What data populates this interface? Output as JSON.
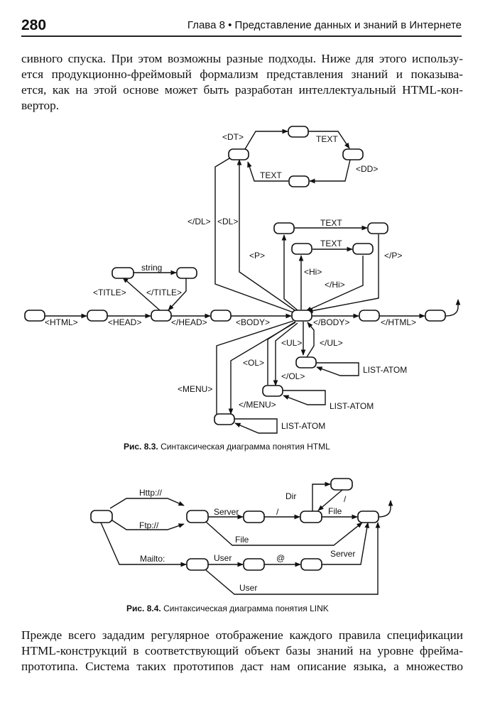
{
  "header": {
    "page_number": "280",
    "running_head": "Глава 8 • Представление данных и знаний в Интернете"
  },
  "paragraph1": {
    "lines": [
      "сивного спуска. При этом возможны разные подходы. Ниже для этого использу-",
      "ется продукционно-фреймовый формализм представления знаний и показыва-",
      "ется, как на этой основе может быть разработан интеллектуальный HTML-кон-",
      "вертор."
    ]
  },
  "figure1": {
    "caption_number": "Рис. 8.3.",
    "caption_text": " Синтаксическая диаграмма понятия HTML",
    "labels": {
      "dt": "<DT>",
      "text_top": "TEXT",
      "dd": "<DD>",
      "text_back": "TEXT",
      "dl_close": "</DL>",
      "dl_open": "<DL>",
      "p_open": "<P>",
      "p_text": "TEXT",
      "hi_text": "TEXT",
      "p_close": "</P>",
      "hi_open": "<Hi>",
      "hi_close": "</Hi>",
      "string": "string",
      "title_open": "<TITLE>",
      "title_close": "</TITLE>",
      "html_open": "<HTML>",
      "head_open": "<HEAD>",
      "head_close": "</HEAD>",
      "body_open": "<BODY>",
      "body_close": "</BODY>",
      "html_close": "</HTML>",
      "ul_open": "<UL>",
      "ul_close": "</UL>",
      "ol_open": "<OL>",
      "ol_close": "</OL>",
      "menu_open": "<MENU>",
      "menu_close": "</MENU>",
      "list_atom_ul": "LIST-ATOM",
      "list_atom_ol": "LIST-ATOM",
      "list_atom_menu": "LIST-ATOM"
    }
  },
  "figure2": {
    "caption_number": "Рис. 8.4.",
    "caption_text": " Синтаксическая диаграмма понятия LINK",
    "labels": {
      "http": "Http://",
      "ftp": "Ftp://",
      "server": "Server",
      "slash": "/",
      "dir": "Dir",
      "dir_slash": "/",
      "file_direct": "File",
      "file_bottom": "File",
      "mailto": "Mailto:",
      "user": "User",
      "at": "@",
      "server_mail": "Server",
      "user_bottom": "User"
    }
  },
  "paragraph2": {
    "lines": [
      "Прежде всего зададим регулярное отображение каждого правила спецификации",
      "HTML-конструкций в соответствующий объект базы знаний на уровне фрейма-",
      "прототипа. Система таких прототипов даст нам описание языка, а множество"
    ]
  }
}
